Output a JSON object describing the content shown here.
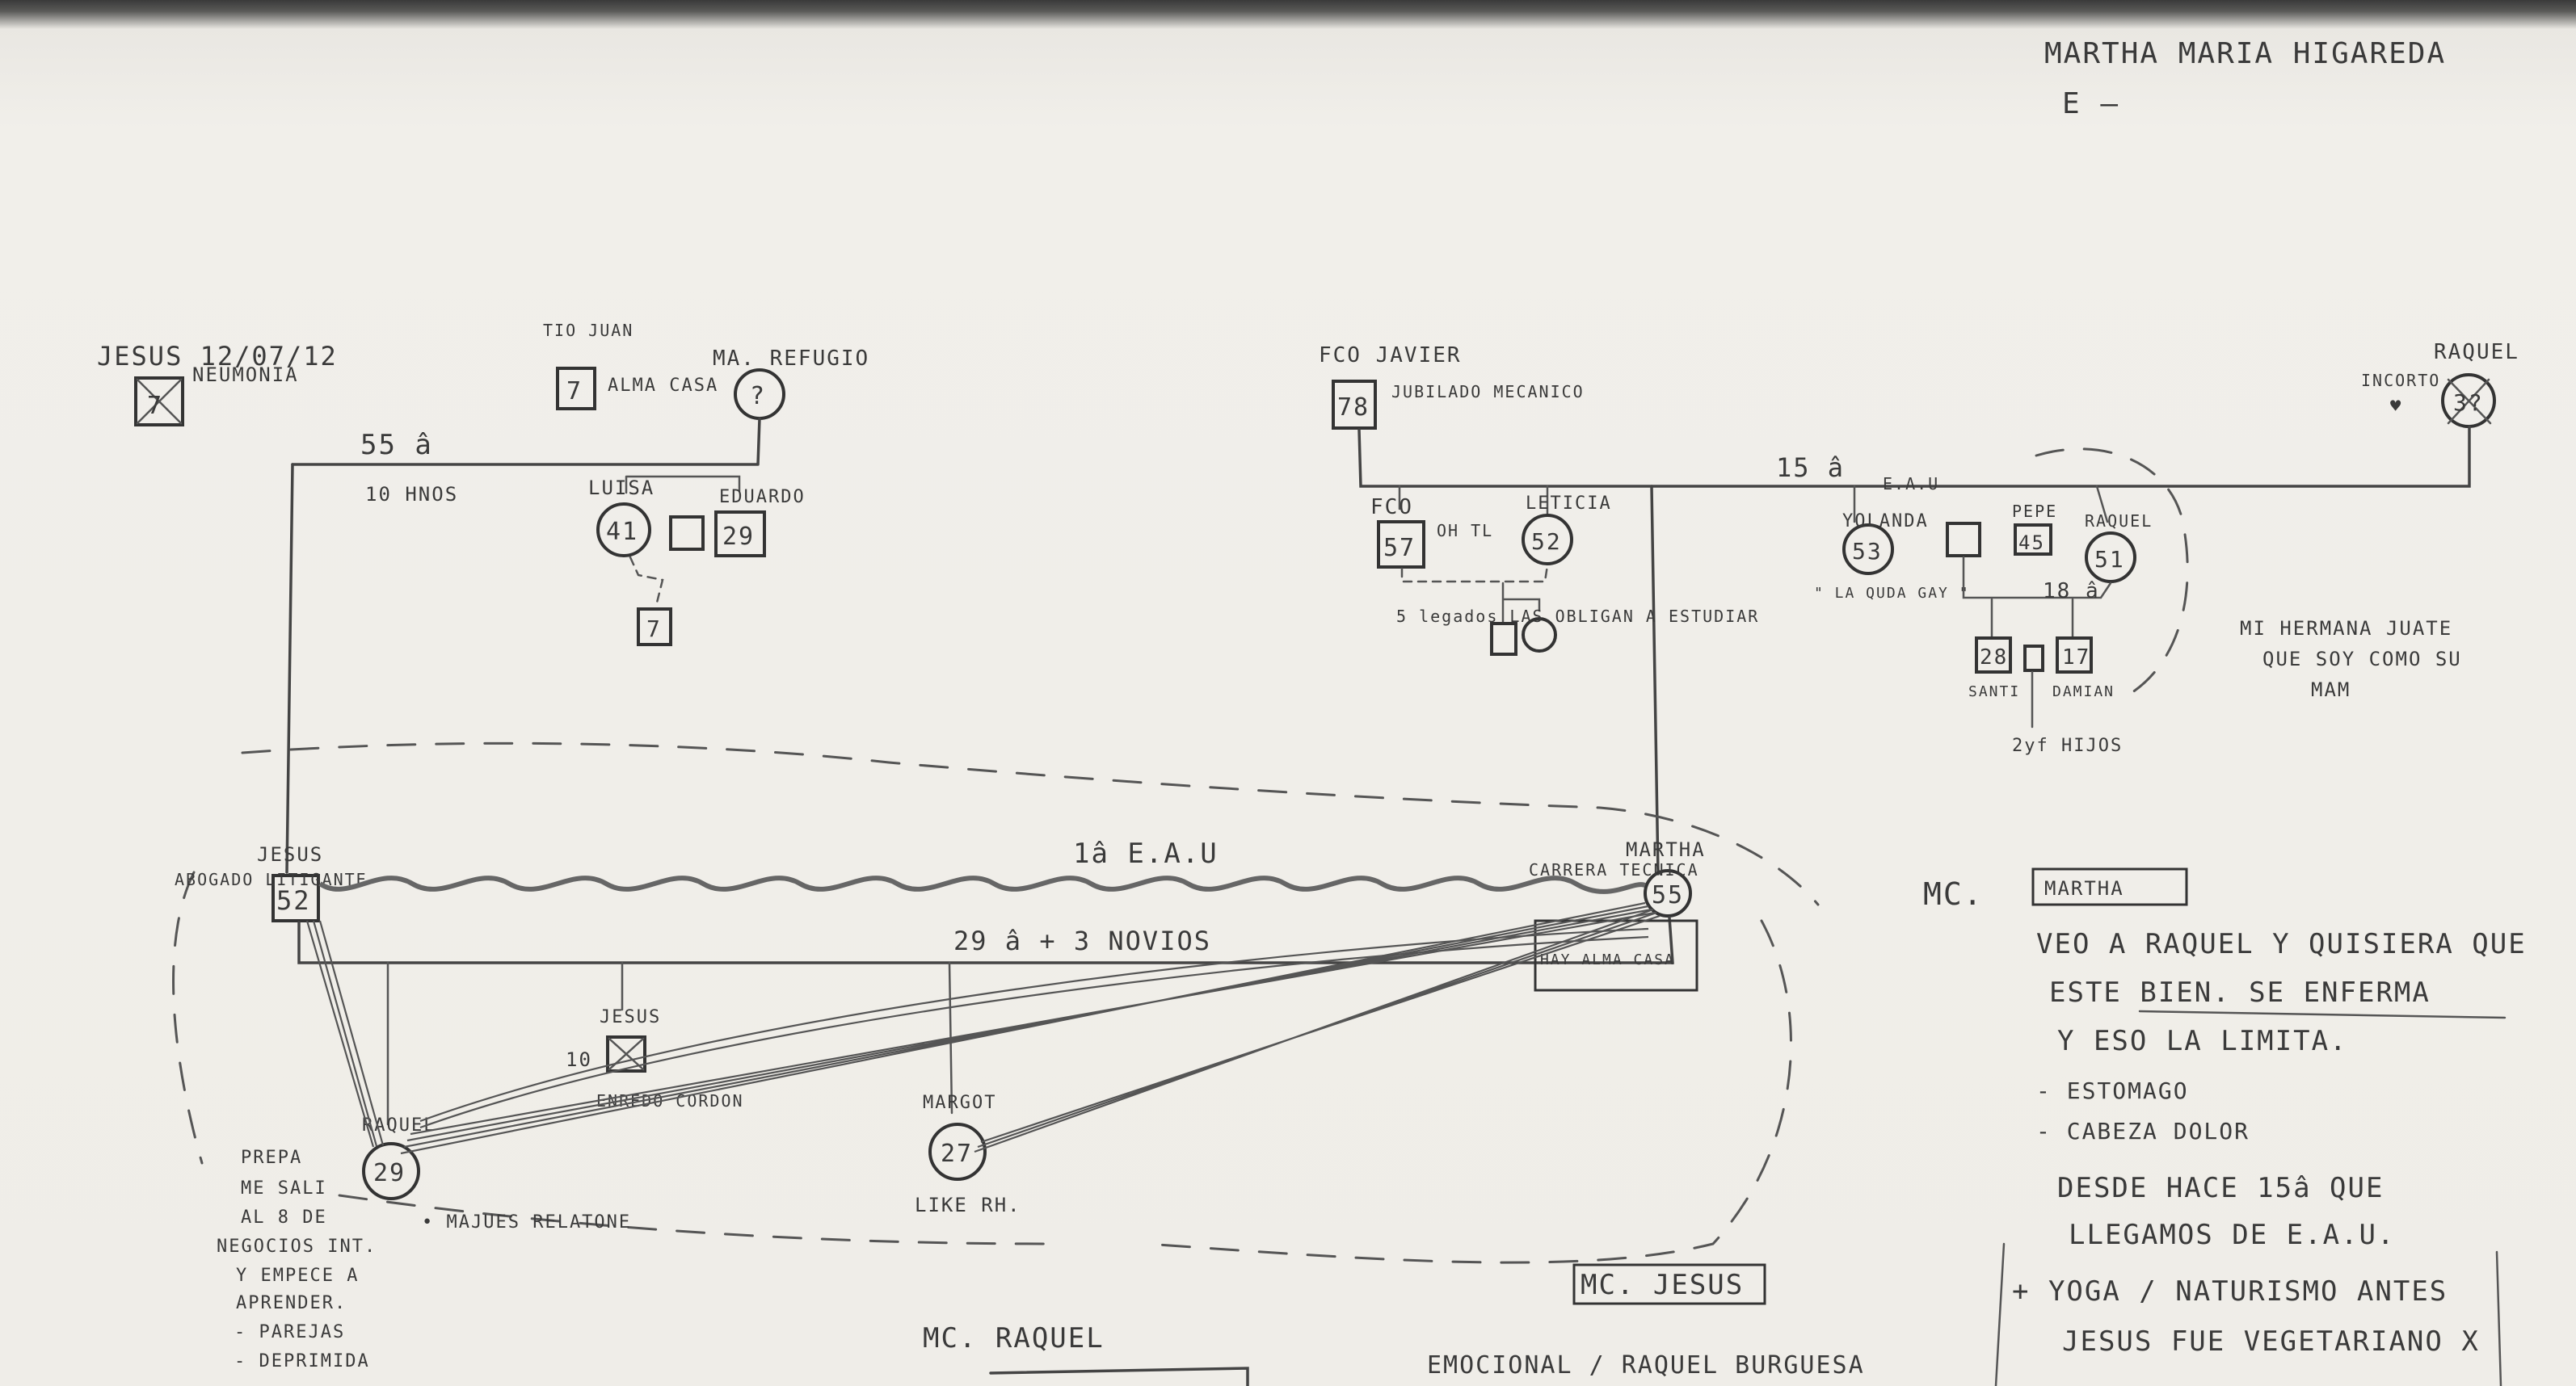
{
  "header": {
    "title": "MARTHA MARIA HIGAREDA",
    "subtitle": "E –"
  },
  "persons": {
    "jesus_sr": {
      "name": "JESUS 12/07/12",
      "age": "7",
      "note": "NEUMONIA"
    },
    "tio_juan": {
      "name": "TIO JUAN",
      "age": "7",
      "note": "ALMA CASA"
    },
    "ma_refugio": {
      "name": "MA. REFUGIO",
      "age": "?"
    },
    "luisa": {
      "name": "LUISA",
      "age": "41"
    },
    "eduardo": {
      "name": "EDUARDO",
      "age": "29"
    },
    "child_under_luisa": {
      "age": "7"
    },
    "fco_javier": {
      "name": "FCO JAVIER",
      "age": "78",
      "note": "JUBILADO MECANICO"
    },
    "raquel_gm": {
      "name": "RAQUEL",
      "age": "3?",
      "note": "INCORTO"
    },
    "fco": {
      "name": "FCO",
      "age": "57",
      "note": "OH TL"
    },
    "leticia": {
      "name": "LETICIA",
      "age": "52"
    },
    "yolanda": {
      "name": "YOLANDA",
      "age": "53",
      "note": "\" LA QUDA GAY \""
    },
    "pepe": {
      "name": "PEPE",
      "age": "45"
    },
    "raquel_aunt": {
      "name": "RAQUEL",
      "age": "51"
    },
    "santi": {
      "name": "SANTI",
      "age": "28"
    },
    "damian": {
      "name": "DAMIAN",
      "age": "17"
    },
    "jesus": {
      "name": "JESUS",
      "age": "52",
      "note": "ABOGADO LITIGANTE"
    },
    "martha": {
      "name": "MARTHA",
      "age": "55",
      "note": "CARRERA TECNICA"
    },
    "jesus_jr": {
      "name": "JESUS",
      "age": "10",
      "note": "ENREDO CORDON"
    },
    "raquel": {
      "name": "RAQUEL",
      "age": "29"
    },
    "margot": {
      "name": "MARGOT",
      "age": "27",
      "note": "LIKE RH."
    }
  },
  "relations": {
    "gp_paternal": "55 â",
    "gp_paternal_sub": "10 HNOS",
    "gp_maternal": "15 â",
    "gp_maternal_side": "E.A.U",
    "parents_top": "1â E.A.U",
    "parents_middle": "29 â + 3 NOVIOS",
    "fco_children_note": "5 legados LAS OBLIGAN A ESTUDIAR",
    "raquel_aunt_children": "18 â",
    "aunt_children_note": "2yf HIJOS",
    "martha_side_note": "HAY ALMA CASA"
  },
  "notes": {
    "raquel_notes": [
      "PREPA",
      "ME SALI",
      "AL 8 DE",
      "NEGOCIOS INT.",
      "Y EMPECE A",
      "APRENDER.",
      "- PAREJAS",
      "- DEPRIMIDA"
    ],
    "raquel_side": "• MAJUES RELATONE",
    "aunt_right": [
      "MI HERMANA JUATE",
      "QUE SOY COMO SU",
      "MAM"
    ]
  },
  "mc_martha": {
    "label": "MC.",
    "box": "MARTHA",
    "lines": [
      "VEO A RAQUEL Y QUISIERA QUE",
      "ESTE BIEN. SE ENFERMA",
      "Y ESO LA LIMITA.",
      "- ESTOMAGO",
      "- CABEZA DOLOR",
      "DESDE HACE 15â QUE",
      "LLEGAMOS DE E.A.U.",
      "+ YOGA / NATURISMO ANTES",
      "JESUS FUE VEGETARIANO X"
    ]
  },
  "mc_jesus": {
    "box": "MC. JESUS",
    "line": "EMOCIONAL / RAQUEL BURGUESA"
  },
  "mc_raquel": {
    "label": "MC. RAQUEL"
  }
}
